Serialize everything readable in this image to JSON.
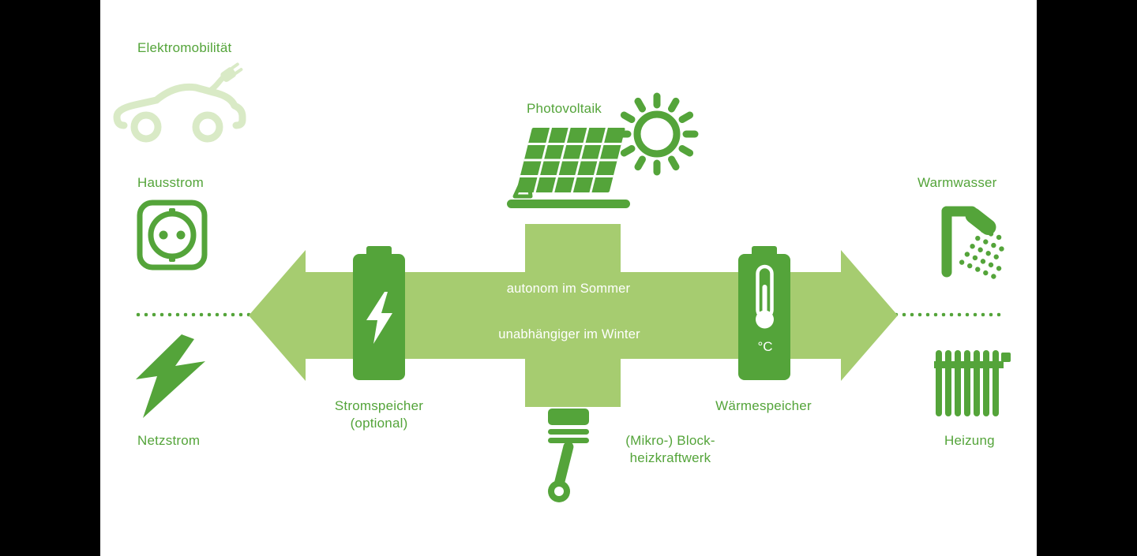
{
  "colors": {
    "green": "#54a43a",
    "light_green": "#a6cc70",
    "pale_green": "#d9eac6",
    "background": "#000000",
    "canvas": "#ffffff",
    "arrow_text": "#ffffff"
  },
  "nodes": {
    "elektromobilitaet": {
      "label": "Elektromobilität",
      "icon": "electric-car-icon"
    },
    "hausstrom": {
      "label": "Hausstrom",
      "icon": "power-socket-icon"
    },
    "netzstrom": {
      "label": "Netzstrom",
      "icon": "lightning-bolt-icon"
    },
    "photovoltaik": {
      "label": "Photovoltaik",
      "icon": "solar-panel-icon",
      "secondary_icon": "sun-icon"
    },
    "stromspeicher": {
      "label_line1": "Stromspeicher",
      "label_line2": "(optional)",
      "icon": "battery-storage-icon"
    },
    "waermespeicher": {
      "label": "Wärmespeicher",
      "unit": "°C",
      "icon": "thermal-storage-icon"
    },
    "bhkw": {
      "label_line1": "(Mikro-) Block-",
      "label_line2": "heizkraftwerk",
      "icon": "piston-engine-icon"
    },
    "warmwasser": {
      "label": "Warmwasser",
      "icon": "shower-icon"
    },
    "heizung": {
      "label": "Heizung",
      "icon": "radiator-icon"
    }
  },
  "arrow": {
    "top_text": "autonom im Sommer",
    "bottom_text": "unabhängiger im Winter"
  }
}
